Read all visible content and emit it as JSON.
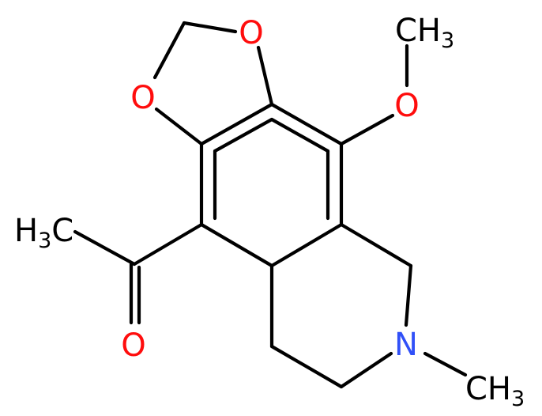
{
  "colors": {
    "carbon": "#000000",
    "oxygen": "#ff0d0d",
    "nitrogen": "#3050f8",
    "background": "#ffffff"
  },
  "labels": {
    "o_ring_top": "O",
    "o_ring_left": "O",
    "o_methoxy": "O",
    "o_carbonyl": "O",
    "nitrogen": "N",
    "ch3_methoxy_main": "CH",
    "ch3_methoxy_sub": "3",
    "ch3_acetyl_main": "H",
    "ch3_acetyl_sub": "3",
    "ch3_acetyl_tail": "C",
    "ch3_nmethyl_main": "CH",
    "ch3_nmethyl_sub": "3"
  }
}
